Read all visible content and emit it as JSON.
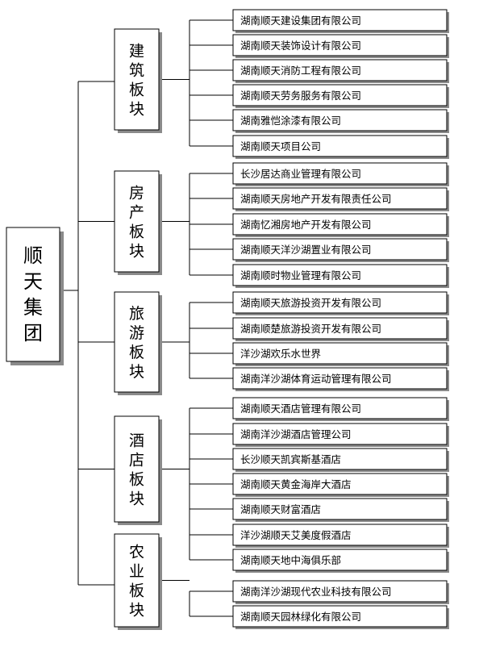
{
  "root": "顺天集团",
  "sectors": [
    {
      "name": "建筑板块",
      "companies": [
        "湖南顺天建设集团有限公司",
        "湖南顺天装饰设计有限公司",
        "湖南顺天消防工程有限公司",
        "湖南顺天劳务服务有限公司",
        "湖南雅恺涂漆有限公司",
        "湖南顺天项目公司"
      ]
    },
    {
      "name": "房产板块",
      "companies": [
        "长沙居达商业管理有限公司",
        "湖南顺天房地产开发有限责任公司",
        "湖南忆湘房地产开发有限公司",
        "湖南顺天洋沙湖置业有限公司",
        "湖南顺时物业管理有限公司"
      ]
    },
    {
      "name": "旅游板块",
      "companies": [
        "湖南顺天旅游投资开发有限公司",
        "湖南顺楚旅游投资开发有限公司",
        "洋沙湖欢乐水世界",
        "湖南洋沙湖体育运动管理有限公司"
      ]
    },
    {
      "name": "酒店板块",
      "companies": [
        "湖南顺天酒店管理有限公司",
        "湖南洋沙湖酒店管理公司",
        "长沙顺天凯宾斯基酒店",
        "湖南顺天黄金海岸大酒店",
        "湖南顺天财富酒店",
        "洋沙湖顺天艾美度假酒店",
        "湖南顺天地中海俱乐部"
      ]
    },
    {
      "name": "农业板块",
      "companies": [
        "湖南洋沙湖现代农业科技有限公司",
        "湖南顺天园林绿化有限公司"
      ]
    }
  ]
}
